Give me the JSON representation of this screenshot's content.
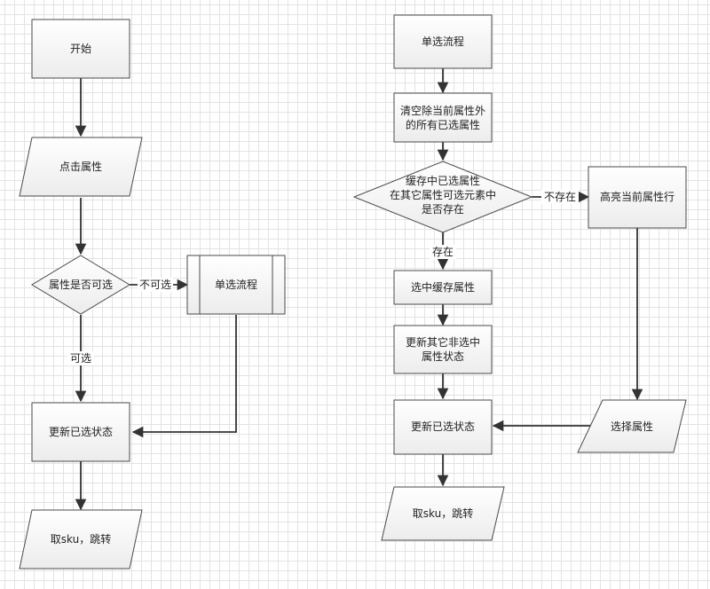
{
  "left": {
    "start": "开始",
    "click_attr": "点击属性",
    "attr_selectable": "属性是否可选",
    "not_selectable": "不可选",
    "single_flow": "单选流程",
    "selectable": "可选",
    "update_selected": "更新已选状态",
    "get_sku": "取sku，跳转"
  },
  "right": {
    "single_flow": "单选流程",
    "clear_line1": "清空除当前属性外",
    "clear_line2": "的所有已选属性",
    "cache_line1": "缓存中已选属性",
    "cache_line2": "在其它属性可选元素中",
    "cache_line3": "是否存在",
    "not_exist": "不存在",
    "highlight": "高亮当前属性行",
    "exist": "存在",
    "select_cached": "选中缓存属性",
    "update_other_line1": "更新其它非选中",
    "update_other_line2": "属性状态",
    "update_selected": "更新已选状态",
    "select_attr": "选择属性",
    "get_sku": "取sku，跳转"
  }
}
